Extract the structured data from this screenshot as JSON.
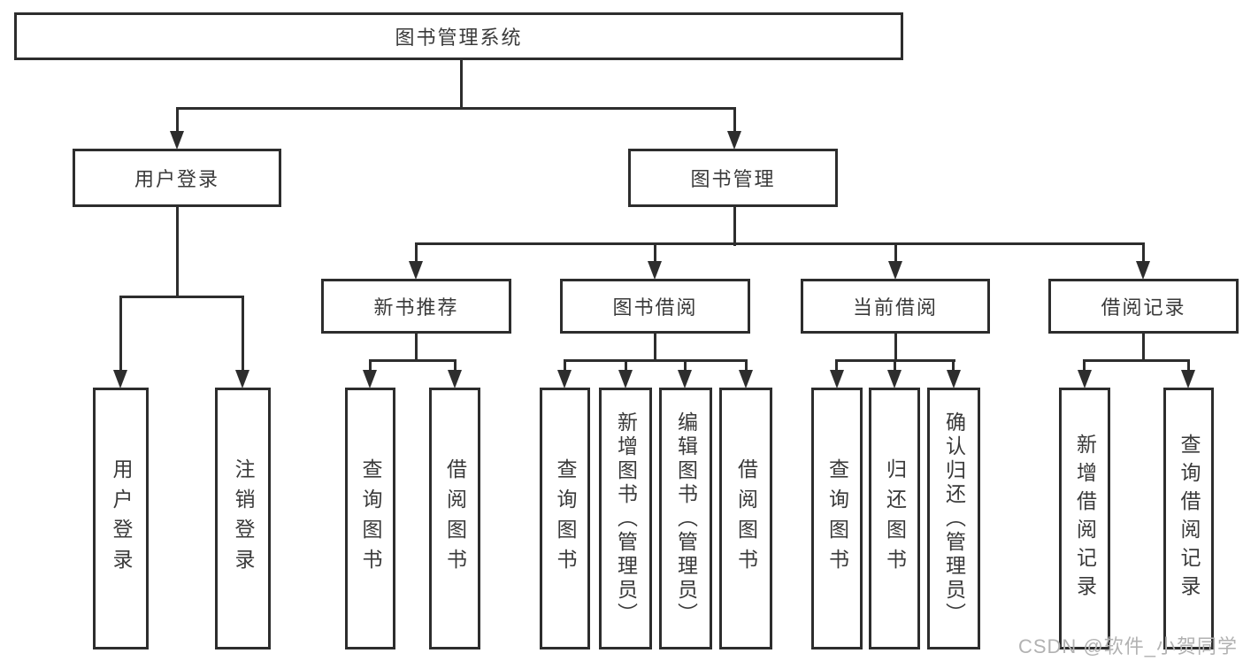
{
  "diagram_title": "图书管理系统",
  "nodes": {
    "root": "图书管理系统",
    "level2": {
      "user_login": "用户登录",
      "book_mgmt": "图书管理"
    },
    "level3": {
      "new_books": "新书推荐",
      "book_borrow": "图书借阅",
      "current_borrow": "当前借阅",
      "borrow_records": "借阅记录"
    },
    "leaves": {
      "user_login": "用户登录",
      "logout": "注销登录",
      "query_books_1": "查询图书",
      "borrow_books_1": "借阅图书",
      "query_books_2": "查询图书",
      "add_books_admin": "新增图书（管理员）",
      "edit_books_admin": "编辑图书（管理员）",
      "borrow_books_2": "借阅图书",
      "query_books_3": "查询图书",
      "return_books": "归还图书",
      "confirm_return_admin": "确认归还（管理员）",
      "add_borrow_record": "新增借阅记录",
      "query_borrow_record": "查询借阅记录"
    }
  },
  "watermark": "CSDN @软件_小贺同学",
  "colors": {
    "line": "#2d2d2d",
    "text": "#3a3a3a",
    "watermark": "#b2b2b2",
    "background": "#ffffff"
  }
}
